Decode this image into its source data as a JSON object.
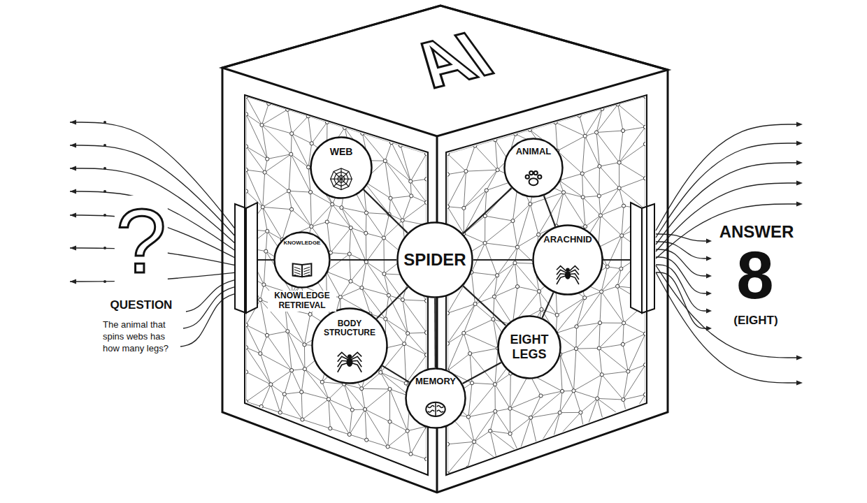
{
  "diagram": {
    "nodes": [
      {
        "text": [
          "AI"
        ]
      },
      {
        "text": [
          "WEB"
        ],
        "in": 0
      },
      {
        "text": [
          "ANIMAL"
        ],
        "in": 0
      },
      {
        "text": [
          "KNOWLEDGE",
          "KNOWLEDGE RETRIEVAL"
        ],
        "in": 0
      },
      {
        "text": [
          "SPIDER"
        ],
        "in": 0
      },
      {
        "text": [
          "ARACHNID"
        ],
        "in": 0
      },
      {
        "text": [
          "BODY STRUCTURE"
        ],
        "in": 0
      },
      {
        "text": [
          "EIGHT LEGS"
        ],
        "in": 0
      },
      {
        "text": [
          "MEMORY"
        ],
        "in": 0
      }
    ],
    "edges": [
      {
        "from": 4,
        "to": 1,
        "arrow": "none"
      },
      {
        "from": 4,
        "to": 2,
        "arrow": "none"
      },
      {
        "from": 4,
        "to": 3,
        "arrow": "none"
      },
      {
        "from": 4,
        "to": 5,
        "arrow": "none"
      },
      {
        "from": 4,
        "to": 6,
        "arrow": "none"
      },
      {
        "from": 4,
        "to": 7,
        "arrow": "none"
      },
      {
        "from": 4,
        "to": 8,
        "arrow": "none"
      },
      {
        "from": 2,
        "to": 5,
        "arrow": "none"
      },
      {
        "from": 5,
        "to": 7,
        "arrow": "none"
      },
      {
        "from": 6,
        "to": 8,
        "arrow": "none"
      },
      {
        "from": 8,
        "to": 7,
        "arrow": "none"
      }
    ],
    "labels": [
      "?",
      "QUESTION",
      "The animal that spins webs has how many legs?",
      "ANSWER",
      "8",
      "(EIGHT)"
    ]
  }
}
